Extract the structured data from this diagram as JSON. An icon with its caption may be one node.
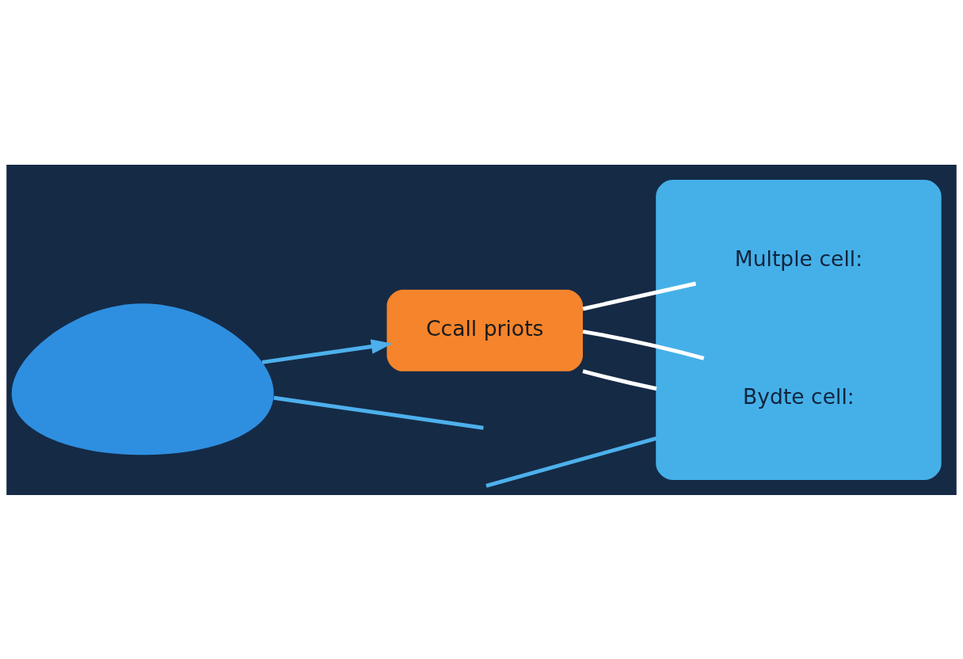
{
  "diagram": {
    "nodes": [
      {
        "text": [],
        "shape": "cloud"
      },
      {
        "text": [
          "Ccall priots"
        ]
      },
      {
        "text": [],
        "shape": "box"
      },
      {
        "text": [
          "Bydte cell:"
        ],
        "in": 2
      },
      {
        "text": [
          "Multple cell:"
        ],
        "in": 2
      }
    ],
    "edges": [
      {
        "from": 0,
        "to": 1,
        "arrow": "to"
      },
      {
        "from": 0,
        "to": null,
        "arrow": "none"
      },
      {
        "from": 1,
        "to": 2,
        "arrow": "none",
        "color": "#ffffff"
      },
      {
        "from": 1,
        "to": 3,
        "arrow": "none",
        "color": "#ffffff"
      },
      {
        "from": 1,
        "to": 4,
        "arrow": "none",
        "color": "#ffffff"
      },
      {
        "from": null,
        "to": 2,
        "arrow": "none"
      }
    ]
  }
}
